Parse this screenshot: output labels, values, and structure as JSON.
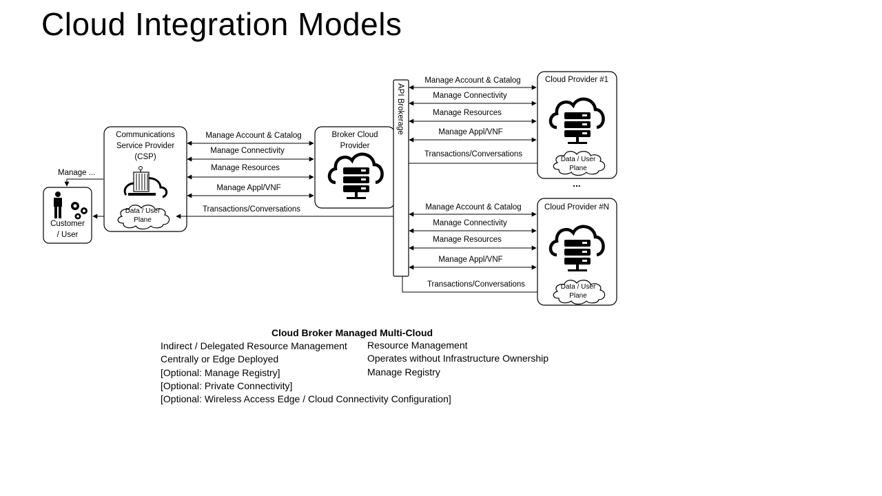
{
  "title": "Cloud Integration Models",
  "customer": {
    "line1": "Customer",
    "line2": "/ User"
  },
  "manage_label": "Manage ...",
  "csp": {
    "line1": "Communications",
    "line2": "Service Provider",
    "line3": "(CSP)"
  },
  "broker": {
    "line1": "Broker Cloud",
    "line2": "Provider"
  },
  "api_brokerage": "API Brokerage",
  "data_plane": {
    "line1": "Data / User",
    "line2": "Plane"
  },
  "left_arrows": [
    "Manage Account & Catalog",
    "Manage Connectivity",
    "Manage Resources",
    "Manage Appl/VNF",
    "Transactions/Conversations"
  ],
  "right_arrows": [
    "Manage Account & Catalog",
    "Manage Connectivity",
    "Manage Resources",
    "Manage Appl/VNF",
    "Transactions/Conversations"
  ],
  "provider1": "Cloud Provider #1",
  "providerN": "Cloud Provider #N",
  "ellipsis": "...",
  "caption": {
    "heading": "Cloud Broker Managed Multi-Cloud",
    "left": [
      "Indirect / Delegated Resource Management",
      "Centrally or Edge Deployed",
      "[Optional: Manage Registry]",
      "[Optional: Private Connectivity]",
      "[Optional: Wireless Access Edge / Cloud Connectivity Configuration]"
    ],
    "right": [
      "Resource Management",
      "Operates without Infrastructure Ownership",
      "Manage Registry"
    ]
  }
}
